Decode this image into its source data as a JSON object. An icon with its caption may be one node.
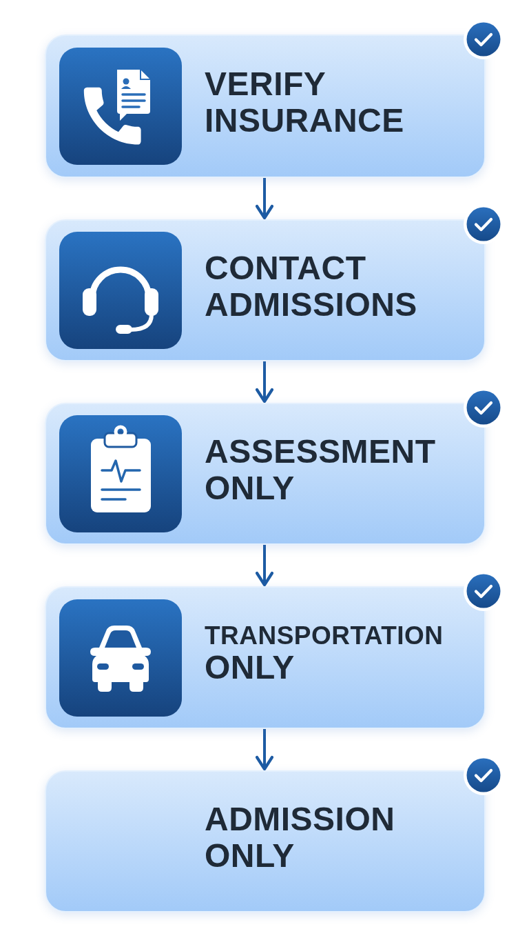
{
  "diagram": {
    "nodes": [
      {
        "text": [
          "VERIFY INSURANCE"
        ]
      },
      {
        "text": [
          "CONTACT ADMISSIONS"
        ]
      },
      {
        "text": [
          "ASSESSMENT ONLY"
        ]
      },
      {
        "text": [
          "TRANSPORTATION ONLY"
        ]
      },
      {
        "text": [
          "ADMISSION ONLY"
        ]
      }
    ],
    "edges": [
      {
        "from": 0,
        "to": 1,
        "arrow": "to"
      },
      {
        "from": 1,
        "to": 2,
        "arrow": "to"
      },
      {
        "from": 2,
        "to": 3,
        "arrow": "to"
      },
      {
        "from": 3,
        "to": 4,
        "arrow": "to"
      }
    ]
  }
}
